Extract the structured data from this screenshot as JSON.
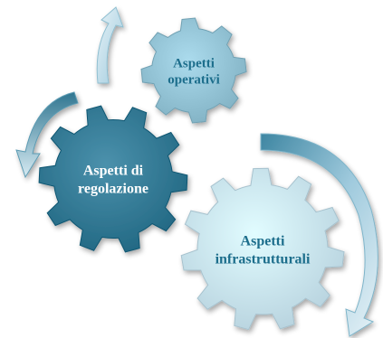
{
  "diagram": {
    "gears": [
      {
        "id": "operativi",
        "lines": [
          "Aspetti",
          "operativi"
        ],
        "fill": "#8fbfd1",
        "text_color": "#1f6e8c"
      },
      {
        "id": "regolazione",
        "lines": [
          "Aspetti di",
          "regolazione"
        ],
        "fill": "#2f7590",
        "text_color": "#ffffff"
      },
      {
        "id": "infrastrutturali",
        "lines": [
          "Aspetti",
          "infrastrutturali"
        ],
        "fill": "#c5e0ec",
        "text_color": "#1f6e8c"
      }
    ],
    "arrow_colors": {
      "light": "#d3e8f1",
      "mid": "#a9d0e0",
      "dark": "#2f7590"
    }
  }
}
